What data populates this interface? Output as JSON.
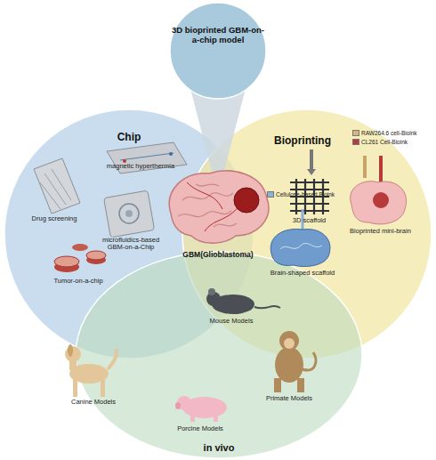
{
  "diagram": {
    "nodes": [
      {
        "text": [
          "3D bioprinted GBM-on-a-chip model"
        ]
      },
      {
        "text": [
          "Chip"
        ]
      },
      {
        "text": [
          "Bioprinting"
        ]
      },
      {
        "text": [
          "in vivo"
        ]
      },
      {
        "text": [
          "GBM(Glioblastoma)"
        ]
      }
    ],
    "labels": [
      "magnetic hyperthermia",
      "Drug screening",
      "microfluidics-based GBM-on-a-Chip",
      "Tumor-on-a-chip",
      "3D scaffold",
      "Brain-shaped scaffold",
      "Bioprinted mini-brain",
      "Mouse Models",
      "Canine Models",
      "Primate Models",
      "Porcine Models"
    ],
    "legend": [
      {
        "text": "RAW264.6 cell-Bioink",
        "color": "#d8b57a"
      },
      {
        "text": "CL261 Cell-Bioink",
        "color": "#b83a3a"
      },
      {
        "text": "Cellulose-based Bioink",
        "color": "#8eb0d6"
      }
    ]
  }
}
